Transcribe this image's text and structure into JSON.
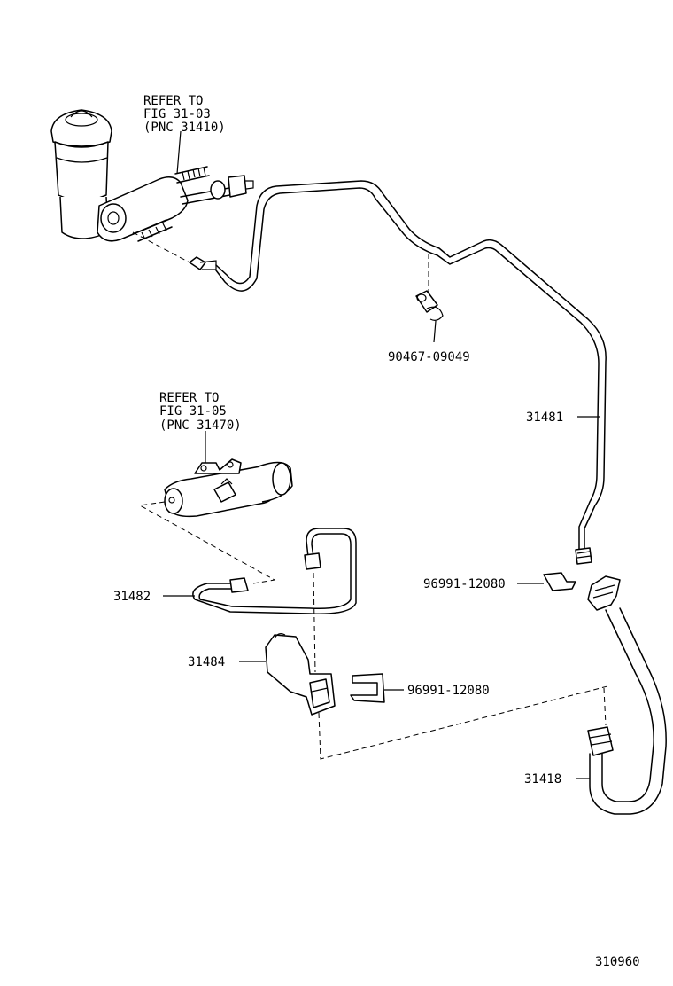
{
  "references": {
    "master_cylinder": [
      "REFER TO",
      "FIG 31-03",
      "(PNC 31410)"
    ],
    "release_cylinder": [
      "REFER TO",
      "FIG 31-05",
      "(PNC 31470)"
    ]
  },
  "part_labels": {
    "clamp": "90467-09049",
    "tube_main": "31481",
    "clip_upper": "96991-12080",
    "tube_short": "31482",
    "bracket": "31484",
    "clip_lower": "96991-12080",
    "hose": "31418"
  },
  "diagram_number": "310960"
}
